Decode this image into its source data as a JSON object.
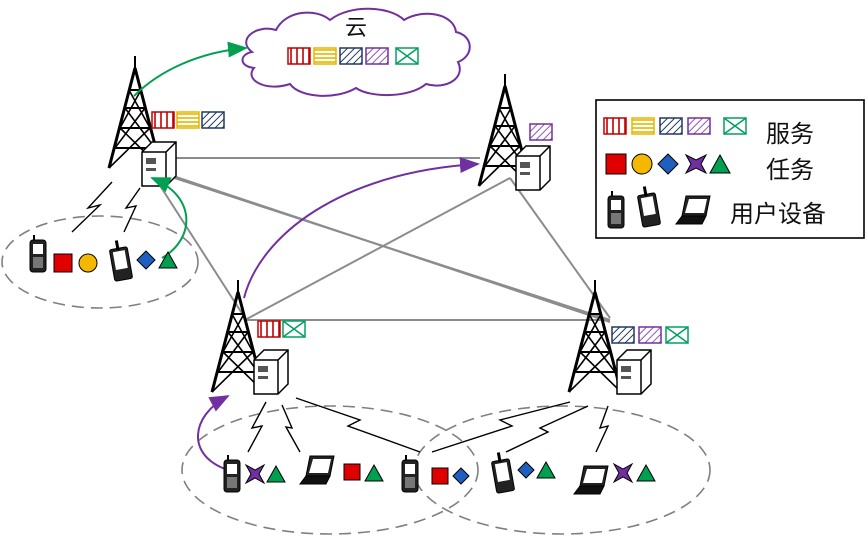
{
  "cloud": {
    "label": "云"
  },
  "legend": {
    "services_label": "服务",
    "tasks_label": "任务",
    "devices_label": "用户设备"
  },
  "colors": {
    "service_1": "#c00000",
    "service_2": "#e6b800",
    "service_3": "#1f3864",
    "service_4": "#7030a0",
    "service_5": "#00a060",
    "task_square": "#e00000",
    "task_circle": "#f5b800",
    "task_diamond": "#1f5fbf",
    "task_star": "#7030a0",
    "task_triangle": "#00a050",
    "cloud_outline": "#7030a0",
    "link_line": "#8c8c8c",
    "arrow_green": "#00a050",
    "arrow_purple": "#7030a0",
    "cluster_outline": "#808080"
  }
}
